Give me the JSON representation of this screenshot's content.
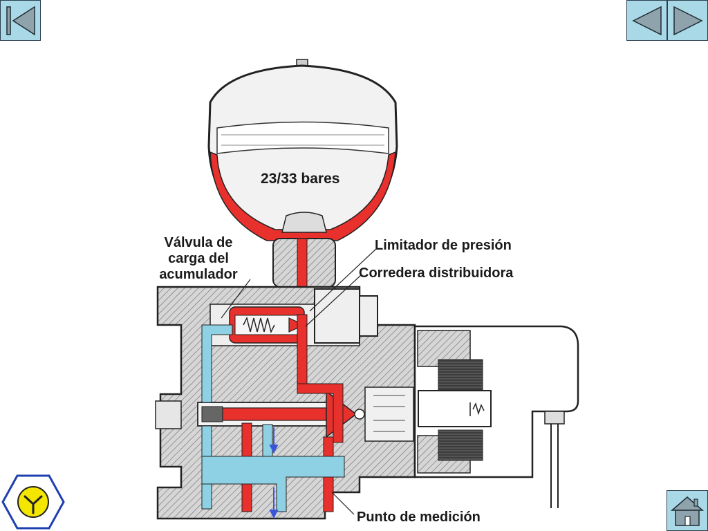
{
  "navigation": {
    "first_icon": "skip-to-first-icon",
    "prev_icon": "triangle-left-icon",
    "next_icon": "triangle-right-icon",
    "home_icon": "house-icon"
  },
  "logo": {
    "icon": "hexagon-emblem-icon"
  },
  "diagram": {
    "pressure_label": "23/33 bares",
    "valve_label": "Válvula de carga del acumulador",
    "limiter_label": "Limitador de presión",
    "spool_label": "Corredera distribuidora",
    "measure_label": "Punto de medición"
  },
  "colors": {
    "high_pressure": "#e8302c",
    "return_line": "#8fd1e4",
    "housing": "#d2d2d2",
    "button_fill": "#a9d9e6",
    "flow_arrow": "#3b55d9"
  }
}
